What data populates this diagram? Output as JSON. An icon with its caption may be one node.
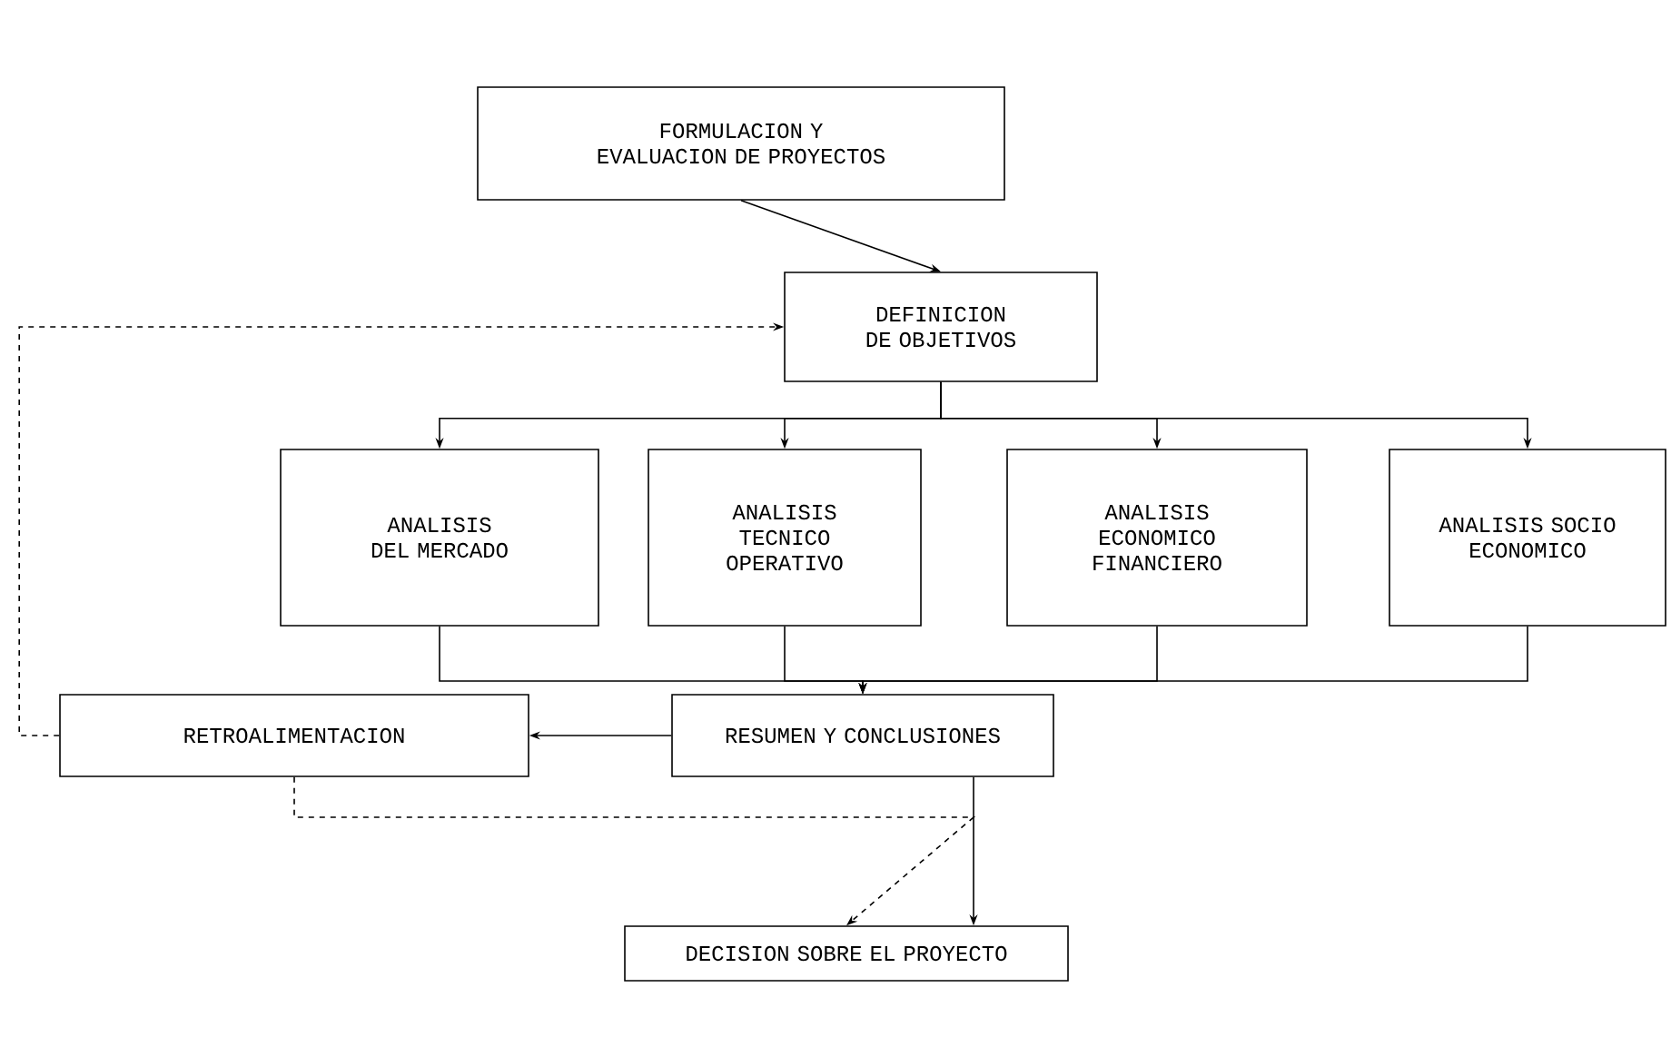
{
  "diagram": {
    "nodes": [
      {
        "text": [
          "FORMULACION Y EVALUACION DE PROYECTOS"
        ]
      },
      {
        "text": [
          "DEFINICION DE OBJETIVOS"
        ]
      },
      {
        "text": [
          "ANALISIS DEL MERCADO"
        ]
      },
      {
        "text": [
          "ANALISIS TECNICO OPERATIVO"
        ]
      },
      {
        "text": [
          "ANALISIS ECONOMICO FINANCIERO"
        ]
      },
      {
        "text": [
          "ANALISIS SOCIO ECONOMICO"
        ]
      },
      {
        "text": [
          "RETROALIMENTACION"
        ]
      },
      {
        "text": [
          "RESUMEN Y CONCLUSIONES"
        ]
      },
      {
        "text": [
          "DECISION SOBRE EL PROYECTO"
        ]
      }
    ],
    "edges": [
      {
        "from": 0,
        "to": 1,
        "arrow": "to"
      },
      {
        "from": 1,
        "to": 2,
        "arrow": "to"
      },
      {
        "from": 1,
        "to": 3,
        "arrow": "to"
      },
      {
        "from": 1,
        "to": 4,
        "arrow": "to"
      },
      {
        "from": 1,
        "to": 5,
        "arrow": "to"
      },
      {
        "from": 2,
        "to": 7,
        "arrow": "to"
      },
      {
        "from": 3,
        "to": 7,
        "arrow": "to"
      },
      {
        "from": 4,
        "to": 7,
        "arrow": "to"
      },
      {
        "from": 5,
        "to": 7,
        "arrow": "to"
      },
      {
        "from": 7,
        "to": 6,
        "arrow": "to"
      },
      {
        "from": 7,
        "to": 8,
        "arrow": "to"
      },
      {
        "from": 6,
        "to": 1,
        "arrow": "to",
        "style": "dashed"
      },
      {
        "from": 6,
        "to": 8,
        "arrow": "to",
        "style": "dashed"
      }
    ]
  }
}
